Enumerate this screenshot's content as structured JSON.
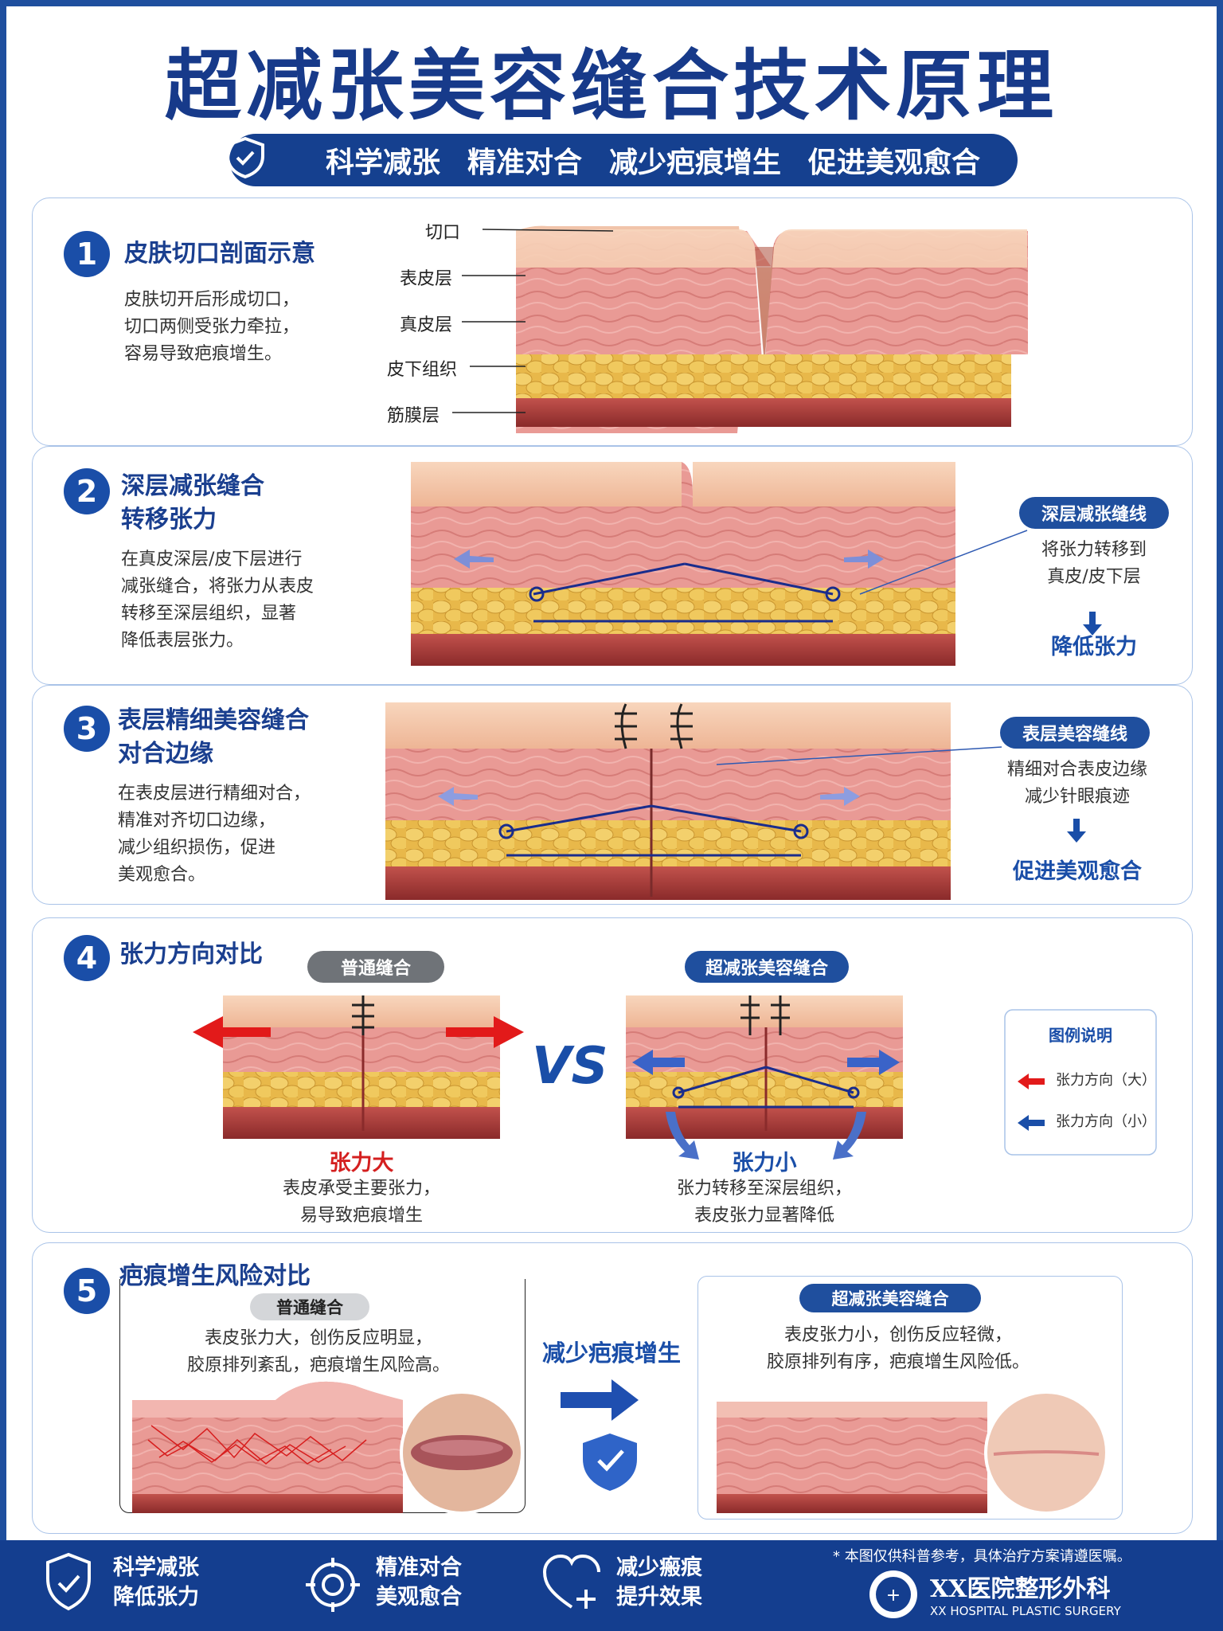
{
  "title": "超减张美容缝合技术原理",
  "banner": [
    "科学减张",
    "精准对合",
    "减少疤痕增生",
    "促进美观愈合"
  ],
  "s1": {
    "num": "1",
    "title": "皮肤切口剖面示意",
    "desc": [
      "皮肤切开后形成切口，",
      "切口两侧受张力牵拉，",
      "容易导致疤痕增生。"
    ],
    "labels": [
      "切口",
      "表皮层",
      "真皮层",
      "皮下组织",
      "筋膜层"
    ]
  },
  "s2": {
    "num": "2",
    "title": [
      "深层减张缝合",
      "转移张力"
    ],
    "desc": [
      "在真皮深层/皮下层进行",
      "减张缝合，将张力从表皮",
      "转移至深层组织，显著",
      "降低表层张力。"
    ],
    "pill": "深层减张缝线",
    "note": [
      "将张力转移到",
      "真皮/皮下层"
    ],
    "result": "降低张力"
  },
  "s3": {
    "num": "3",
    "title": [
      "表层精细美容缝合",
      "对合边缘"
    ],
    "desc": [
      "在表皮层进行精细对合，",
      "精准对齐切口边缘，",
      "减少组织损伤，促进",
      "美观愈合。"
    ],
    "pill": "表层美容缝线",
    "note": [
      "精细对合表皮边缘",
      "减少针眼痕迹"
    ],
    "result": "促进美观愈合"
  },
  "s4": {
    "num": "4",
    "title": "张力方向对比",
    "left_pill": "普通缝合",
    "right_pill": "超减张美容缝合",
    "vs": "VS",
    "left_result": "张力大",
    "left_note": [
      "表皮承受主要张力，",
      "易导致疤痕增生"
    ],
    "right_result": "张力小",
    "right_note": [
      "张力转移至深层组织，",
      "表皮张力显著降低"
    ],
    "legend_title": "图例说明",
    "legend": [
      "张力方向（大）",
      "张力方向（小）"
    ]
  },
  "s5": {
    "num": "5",
    "title": "疤痕增生风险对比",
    "left_pill": "普通缝合",
    "left_note": [
      "表皮张力大，创伤反应明显，",
      "胶原排列紊乱，疤痕增生风险高。"
    ],
    "middle": "减少疤痕增生",
    "right_pill": "超减张美容缝合",
    "right_note": [
      "表皮张力小，创伤反应轻微，",
      "胶原排列有序，疤痕增生风险低。"
    ]
  },
  "footer": {
    "items": [
      [
        "科学减张",
        "降低张力"
      ],
      [
        "精准对合",
        "美观愈合"
      ],
      [
        "减少瘢痕",
        "提升效果"
      ]
    ],
    "disclaimer": "* 本图仅供科普参考，具体治疗方案请遵医嘱。",
    "hospital_cn": "XX医院整形外科",
    "hospital_en": "XX HOSPITAL PLASTIC SURGERY"
  },
  "colors": {
    "navy": "#173a8a",
    "accent": "#1a4ea8",
    "red": "#d41f1f",
    "skin": "#f0b9a5",
    "fat": "#e9c35a",
    "muscle": "#a83a3a"
  }
}
